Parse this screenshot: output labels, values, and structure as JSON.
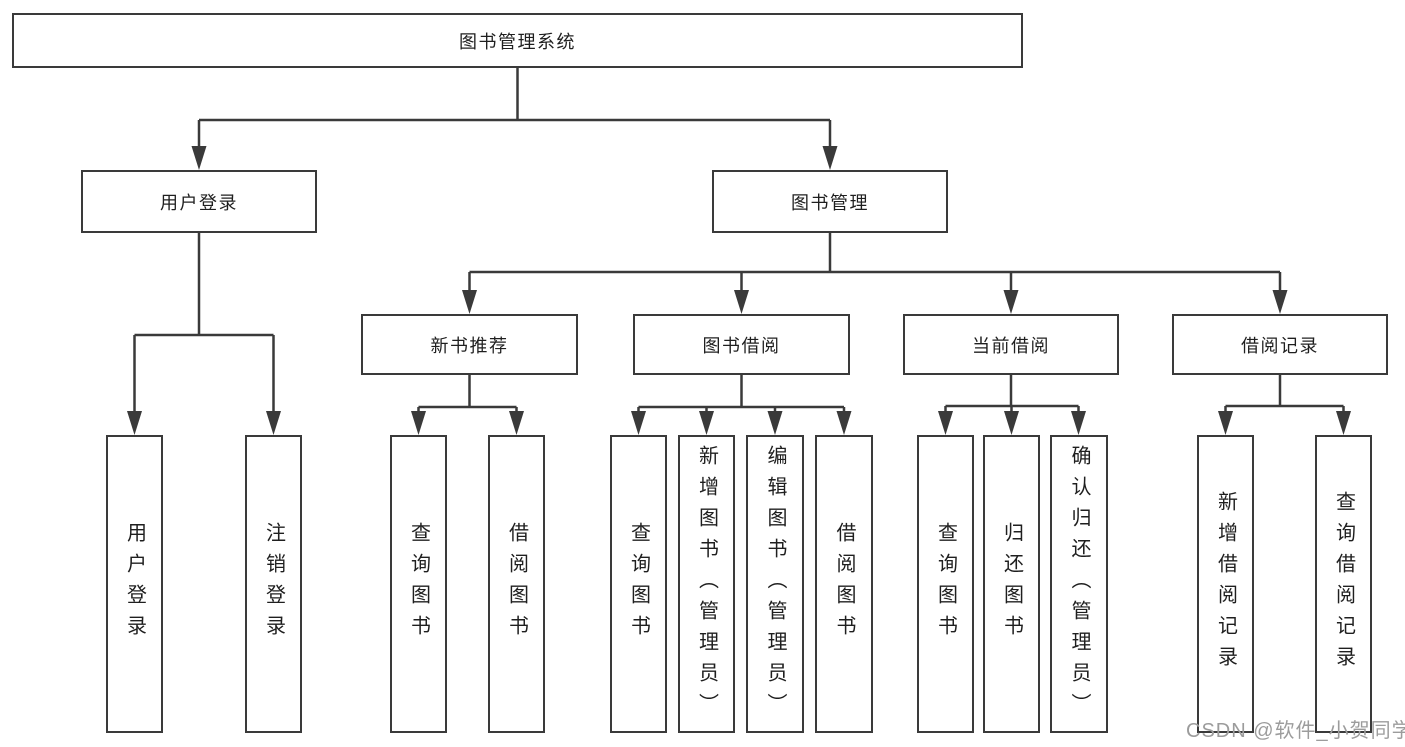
{
  "diagram": {
    "root": {
      "label": "图书管理系统"
    },
    "level2": [
      {
        "label": "用户登录"
      },
      {
        "label": "图书管理"
      }
    ],
    "level3": [
      {
        "label": "新书推荐"
      },
      {
        "label": "图书借阅"
      },
      {
        "label": "当前借阅"
      },
      {
        "label": "借阅记录"
      }
    ],
    "leaves": {
      "user_login": [
        {
          "label": "用户登录"
        },
        {
          "label": "注销登录"
        }
      ],
      "new_book_recommend": [
        {
          "label": "查询图书"
        },
        {
          "label": "借阅图书"
        }
      ],
      "book_borrow": [
        {
          "label": "查询图书"
        },
        {
          "label": "新增图书（管理员）"
        },
        {
          "label": "编辑图书（管理员）"
        },
        {
          "label": "借阅图书"
        }
      ],
      "current_borrow": [
        {
          "label": "查询图书"
        },
        {
          "label": "归还图书"
        },
        {
          "label": "确认归还（管理员）"
        }
      ],
      "borrow_records": [
        {
          "label": "新增借阅记录"
        },
        {
          "label": "查询借阅记录"
        }
      ]
    },
    "watermark": "CSDN @软件_小贺同学",
    "colors": {
      "line": "#3a3a3a",
      "text": "#1f1f1f",
      "watermark": "#9c9c9c",
      "background": "#ffffff"
    }
  }
}
